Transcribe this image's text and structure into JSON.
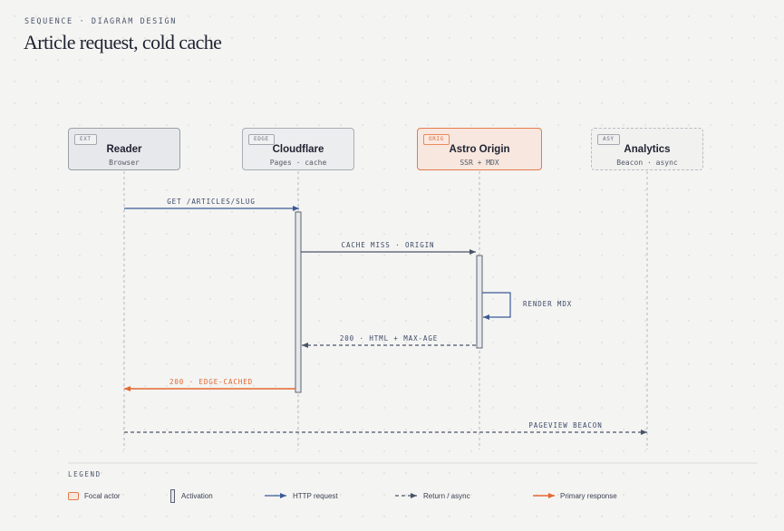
{
  "header": {
    "kicker": "SEQUENCE · DIAGRAM DESIGN",
    "title": "Article request, cold cache"
  },
  "actors": [
    {
      "id": "reader",
      "tag": "EXT",
      "name": "Reader",
      "subtitle": "Browser"
    },
    {
      "id": "cloudflare",
      "tag": "EDGE",
      "name": "Cloudflare",
      "subtitle": "Pages · cache"
    },
    {
      "id": "origin",
      "tag": "ORIG",
      "name": "Astro Origin",
      "subtitle": "SSR + MDX"
    },
    {
      "id": "analytics",
      "tag": "ASY",
      "name": "Analytics",
      "subtitle": "Beacon · async"
    }
  ],
  "messages": [
    {
      "from": "reader",
      "to": "cloudflare",
      "label": "GET /ARTICLES/SLUG",
      "kind": "request"
    },
    {
      "from": "cloudflare",
      "to": "origin",
      "label": "CACHE MISS · ORIGIN",
      "kind": "request"
    },
    {
      "from": "origin",
      "to": "origin",
      "label": "RENDER MDX",
      "kind": "self"
    },
    {
      "from": "origin",
      "to": "cloudflare",
      "label": "200 · HTML + MAX-AGE",
      "kind": "return"
    },
    {
      "from": "cloudflare",
      "to": "reader",
      "label": "200 · EDGE-CACHED",
      "kind": "primary"
    },
    {
      "from": "reader",
      "to": "analytics",
      "label": "PAGEVIEW BEACON",
      "kind": "async"
    }
  ],
  "legend": {
    "title": "LEGEND",
    "items": [
      {
        "kind": "focal",
        "label": "Focal actor"
      },
      {
        "kind": "activation",
        "label": "Activation"
      },
      {
        "kind": "request",
        "label": "HTTP request"
      },
      {
        "kind": "return",
        "label": "Return / async"
      },
      {
        "kind": "primary",
        "label": "Primary response"
      }
    ]
  },
  "colors": {
    "request": "#3a5a94",
    "return": "#4a5468",
    "primary": "#e3682f",
    "focal": "#e57b4a",
    "lifeline": "#b4b8be"
  }
}
